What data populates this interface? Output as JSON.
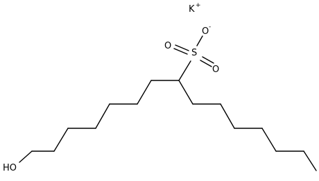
{
  "molecule": {
    "counter_ion": {
      "symbol": "K",
      "charge": "+"
    },
    "sulfonate": {
      "sulfur": "S",
      "oxygen_top": "O",
      "oxygen_top_charge": "-",
      "oxygen_left": "O",
      "oxygen_right": "O"
    },
    "hydroxyl": "HO"
  },
  "colors": {
    "bond": "#000000",
    "text": "#000000",
    "background": "#ffffff"
  }
}
